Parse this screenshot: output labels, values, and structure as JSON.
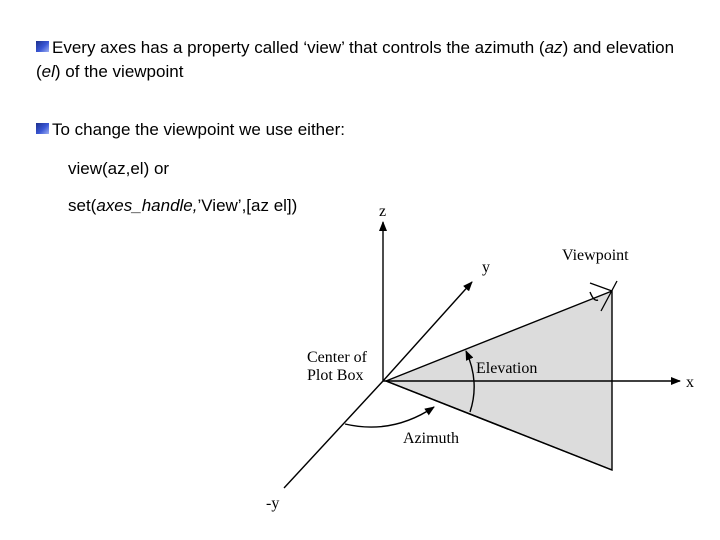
{
  "bullets": {
    "b1_text_1": "Every axes has a property called ‘view’ that controls the azimuth (",
    "b1_az": "az",
    "b1_text_2": ") and elevation (",
    "b1_el": "el",
    "b1_text_3": ") of the viewpoint",
    "b2_text": "To change the viewpoint we use either:"
  },
  "subitems": {
    "s1": "view(az,el) or",
    "s2_prefix": "set(",
    "s2_italic": "axes_handle,",
    "s2_suffix": "’View’,[az el])"
  },
  "diagram": {
    "z_label": "z",
    "y_label": "y",
    "neg_y_label": "-y",
    "x_label": "x",
    "viewpoint_label": "Viewpoint",
    "center_label_1": "Center of",
    "center_label_2": "Plot Box",
    "elevation_label": "Elevation",
    "azimuth_label": "Azimuth",
    "triangle_fill": "#dcdcdc",
    "bullet_color": "#2a44c0"
  }
}
